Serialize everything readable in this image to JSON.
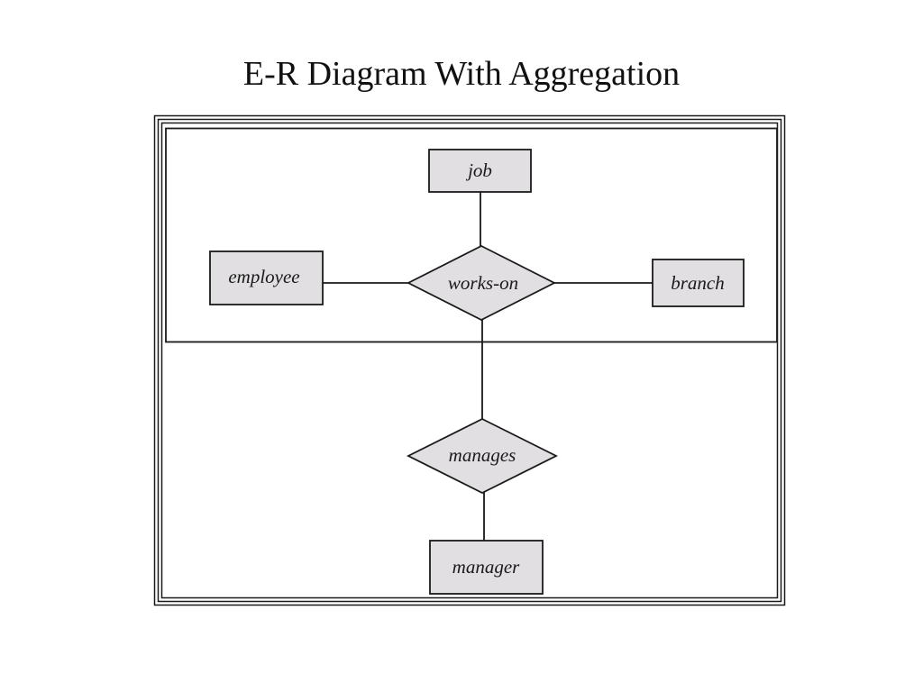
{
  "slide": {
    "title": "E-R Diagram With Aggregation"
  },
  "diagram": {
    "entities": {
      "job": "job",
      "employee": "employee",
      "branch": "branch",
      "manager": "manager"
    },
    "relationships": {
      "works_on": "works-on",
      "manages": "manages"
    },
    "colors": {
      "shape_fill": "#e1dfe1",
      "stroke": "#1a1a1a",
      "background": "#ffffff"
    }
  }
}
